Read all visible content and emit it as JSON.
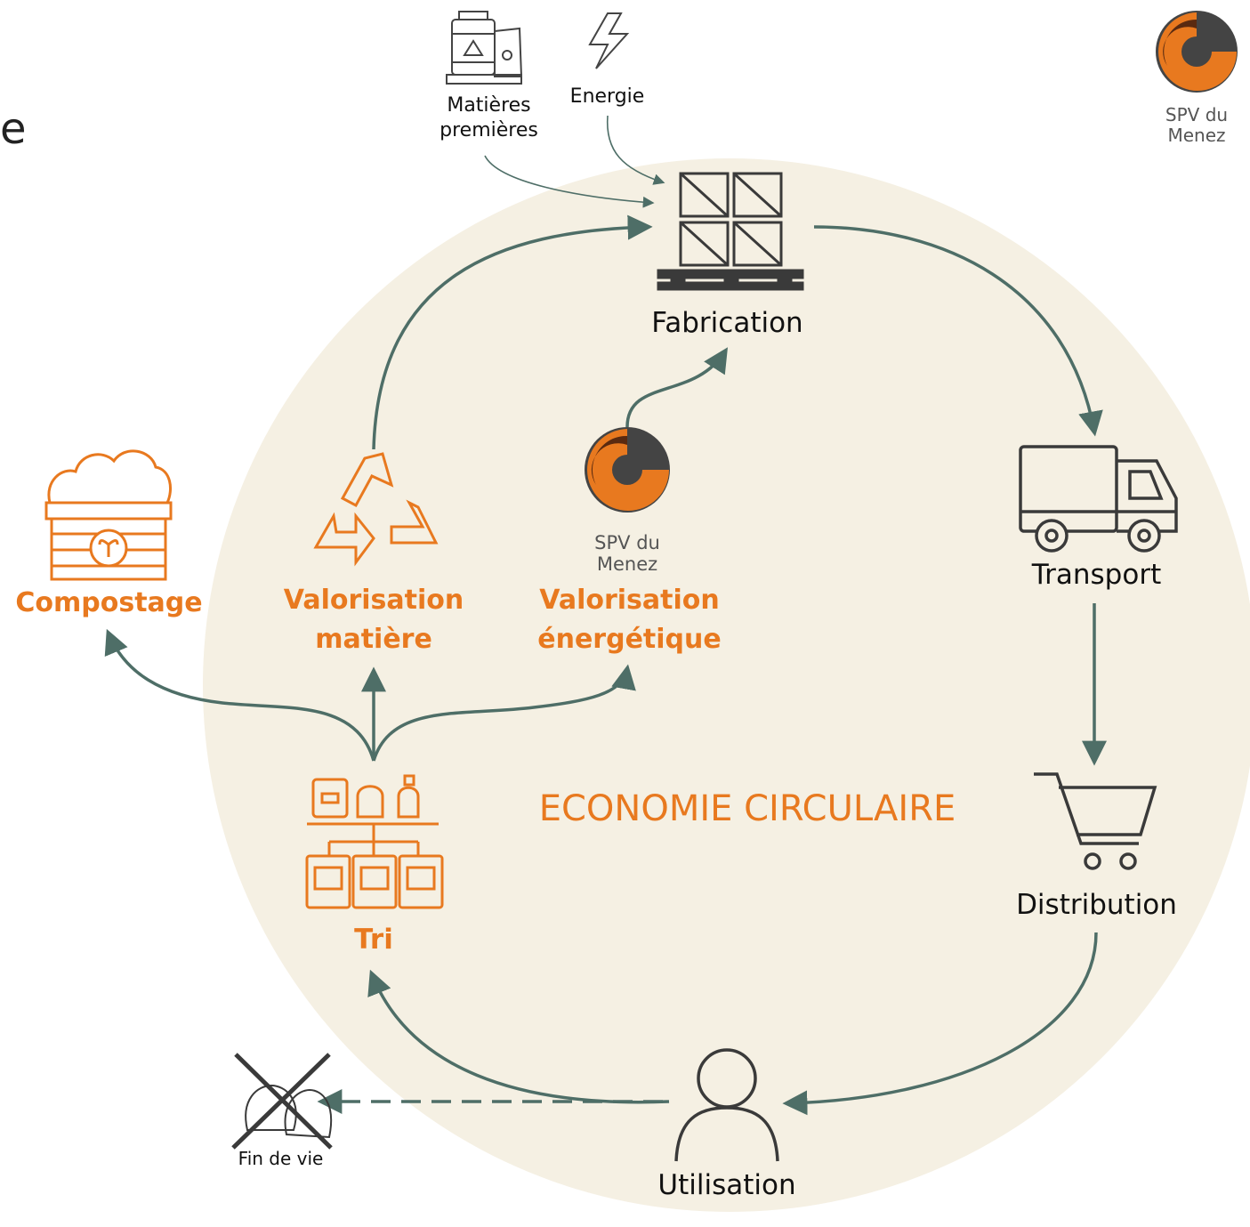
{
  "page": {
    "partial_title_letter": "e"
  },
  "inputs": {
    "raw_materials": "Matières\npremières",
    "energy": "Energie"
  },
  "stages": {
    "fabrication": "Fabrication",
    "transport": "Transport",
    "distribution": "Distribution",
    "utilisation": "Utilisation",
    "end_of_life": "Fin de vie"
  },
  "recovery": {
    "sorting": "Tri",
    "composting": "Compostage",
    "material": "Valorisation\nmatière",
    "energy": "Valorisation\nénergétique"
  },
  "center_title": "ECONOMIE CIRCULAIRE",
  "logo": {
    "text": "SPV du\nMenez"
  },
  "colors": {
    "accent": "#e8791f",
    "arrow": "#4e6e67",
    "circle": "#f5f0e3",
    "text": "#111111"
  }
}
